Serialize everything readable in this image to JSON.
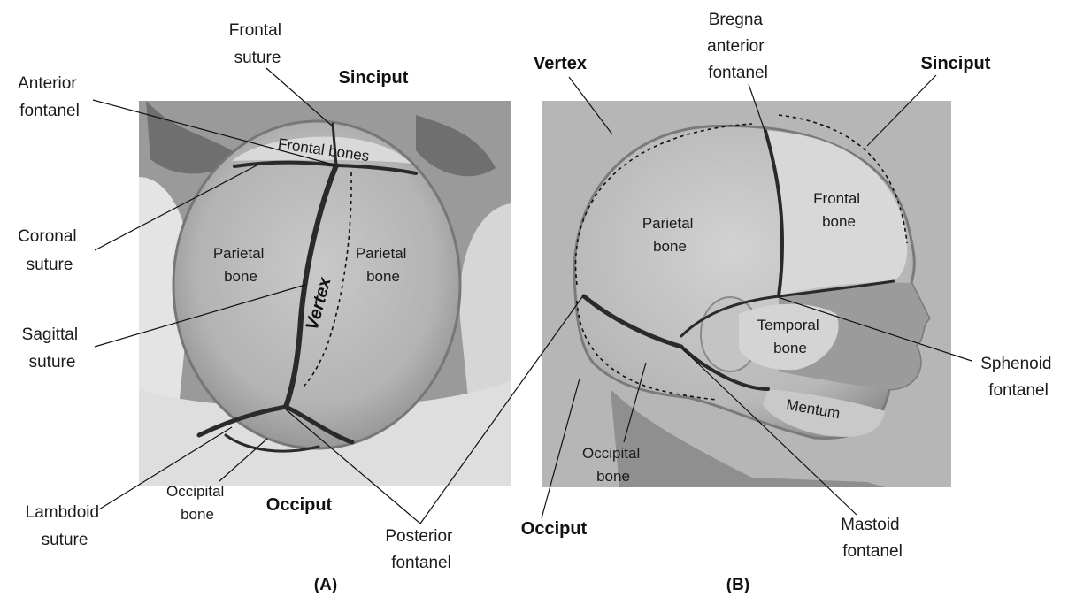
{
  "panel_a": {
    "tag": "(A)",
    "frontal_suture": [
      "Frontal",
      "suture"
    ],
    "sinciput": "Sinciput",
    "anterior_fontanel": [
      "Anterior",
      "fontanel"
    ],
    "coronal_suture": [
      "Coronal",
      "suture"
    ],
    "sagittal_suture": [
      "Sagittal",
      "suture"
    ],
    "lambdoid_suture": [
      "Lambdoid",
      "suture"
    ],
    "frontal_bones": "Frontal bones",
    "parietal_bone_left": [
      "Parietal",
      "bone"
    ],
    "parietal_bone_right": [
      "Parietal",
      "bone"
    ],
    "vertex": "Vertex",
    "occipital_bone": [
      "Occipital",
      "bone"
    ],
    "occiput": "Occiput",
    "posterior_fontanel": [
      "Posterior",
      "fontanel"
    ]
  },
  "panel_b": {
    "tag": "(B)",
    "vertex": "Vertex",
    "bregna": [
      "Bregna",
      "anterior",
      "fontanel"
    ],
    "sinciput": "Sinciput",
    "parietal_bone": [
      "Parietal",
      "bone"
    ],
    "frontal_bone": [
      "Frontal",
      "bone"
    ],
    "temporal_bone": [
      "Temporal",
      "bone"
    ],
    "mentum": "Mentum",
    "sphenoid_fontanel": [
      "Sphenoid",
      "fontanel"
    ],
    "occipital_bone": [
      "Occipital",
      "bone"
    ],
    "occiput": "Occiput",
    "mastoid_fontanel": [
      "Mastoid",
      "fontanel"
    ]
  }
}
